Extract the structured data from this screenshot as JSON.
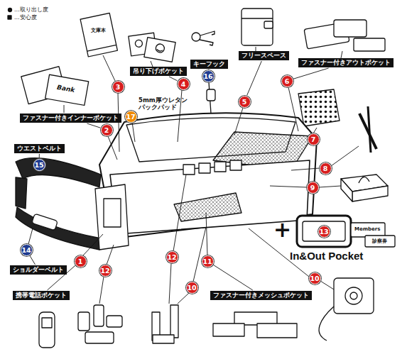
{
  "diagram": {
    "nodes": [
      {
        "text": [
          "吊り下げポケット"
        ]
      },
      {
        "text": [
          "キーフック"
        ]
      },
      {
        "text": [
          "フリースペース"
        ]
      },
      {
        "text": [
          "ファスナー付きアウトポケット"
        ]
      },
      {
        "text": [
          "16"
        ]
      },
      {
        "text": [
          "3"
        ]
      },
      {
        "text": [
          "4"
        ]
      },
      {
        "text": [
          "6"
        ]
      },
      {
        "text": [
          "5"
        ]
      },
      {
        "text": [
          "17"
        ]
      },
      {
        "text": [
          "ファスナー付きインナーポケット"
        ]
      },
      {
        "text": [
          "2"
        ]
      },
      {
        "text": [
          "7"
        ]
      },
      {
        "text": [
          "ウエストベルト"
        ]
      },
      {
        "text": [
          "15"
        ]
      },
      {
        "text": [
          "8"
        ]
      },
      {
        "text": [
          "9"
        ]
      },
      {
        "text": [
          "13"
        ]
      },
      {
        "text": [
          "14"
        ]
      },
      {
        "text": [
          "1"
        ]
      },
      {
        "text": [
          "12"
        ]
      },
      {
        "text": [
          "12"
        ]
      },
      {
        "text": [
          "11"
        ]
      },
      {
        "text": [
          "ショルダーベルト"
        ]
      },
      {
        "text": [
          "10"
        ]
      },
      {
        "text": [
          "10"
        ]
      },
      {
        "text": [
          "携帯電話ポケット"
        ]
      },
      {
        "text": [
          "ファスナー付きメッシュポケット"
        ]
      }
    ],
    "edges": [
      {
        "from": 6,
        "to": 0,
        "arrow": "none"
      },
      {
        "from": 4,
        "to": 1,
        "arrow": "none"
      },
      {
        "from": 8,
        "to": 2,
        "arrow": "none"
      },
      {
        "from": 7,
        "to": 3,
        "arrow": "none"
      },
      {
        "from": 11,
        "to": 10,
        "arrow": "none"
      },
      {
        "from": 14,
        "to": 13,
        "arrow": "none"
      },
      {
        "from": 18,
        "to": 23,
        "arrow": "none"
      },
      {
        "from": 19,
        "to": 26,
        "arrow": "none"
      },
      {
        "from": 22,
        "to": 27,
        "arrow": "none"
      }
    ],
    "labels": [
      "5mm厚ウレタン パックパッド",
      "In&Out Pocket",
      "+",
      "Bank",
      "Members",
      "診察券",
      "文庫本"
    ],
    "legend": [
      {
        "text": "…取り出し度"
      },
      {
        "text": "…安心度"
      }
    ]
  }
}
